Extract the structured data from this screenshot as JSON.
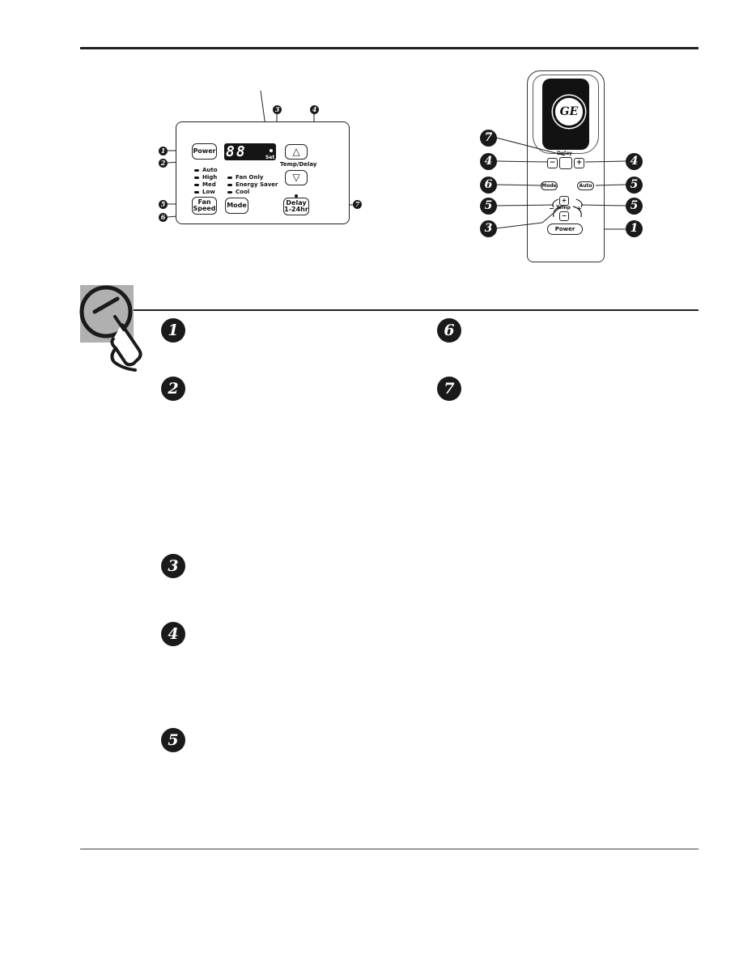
{
  "control_panel": {
    "power_label": "Power",
    "display_digits": "88",
    "set_label": "Set",
    "temp_delay_label": "Temp/Delay",
    "fan_speed_label_1": "Fan",
    "fan_speed_label_2": "Speed",
    "mode_label": "Mode",
    "delay_label_1": "Delay",
    "delay_label_2": "1-24hr",
    "up_arrow": "△",
    "down_arrow": "▽",
    "fan_leds": [
      "Auto",
      "High",
      "Med",
      "Low"
    ],
    "mode_leds": [
      "Fan Only",
      "Energy Saver",
      "Cool"
    ],
    "callouts": [
      "1",
      "2",
      "3",
      "4",
      "5",
      "6",
      "7"
    ]
  },
  "remote": {
    "logo": "GE",
    "delay_label": "Delay",
    "minus": "−",
    "plus": "+",
    "mode_label": "Mode",
    "auto_label": "Auto",
    "temp_label": "Temp",
    "power_label": "Power",
    "callouts": [
      "7",
      "4",
      "4",
      "6",
      "5",
      "5",
      "5",
      "3",
      "1"
    ]
  },
  "feature_numbers": [
    "1",
    "2",
    "3",
    "4",
    "5",
    "6",
    "7"
  ],
  "colors": {
    "ink": "#1a1a1a",
    "tab_gray": "#b0b0b0"
  },
  "icons": {
    "section_icon": "finger-pressing-button-icon"
  }
}
